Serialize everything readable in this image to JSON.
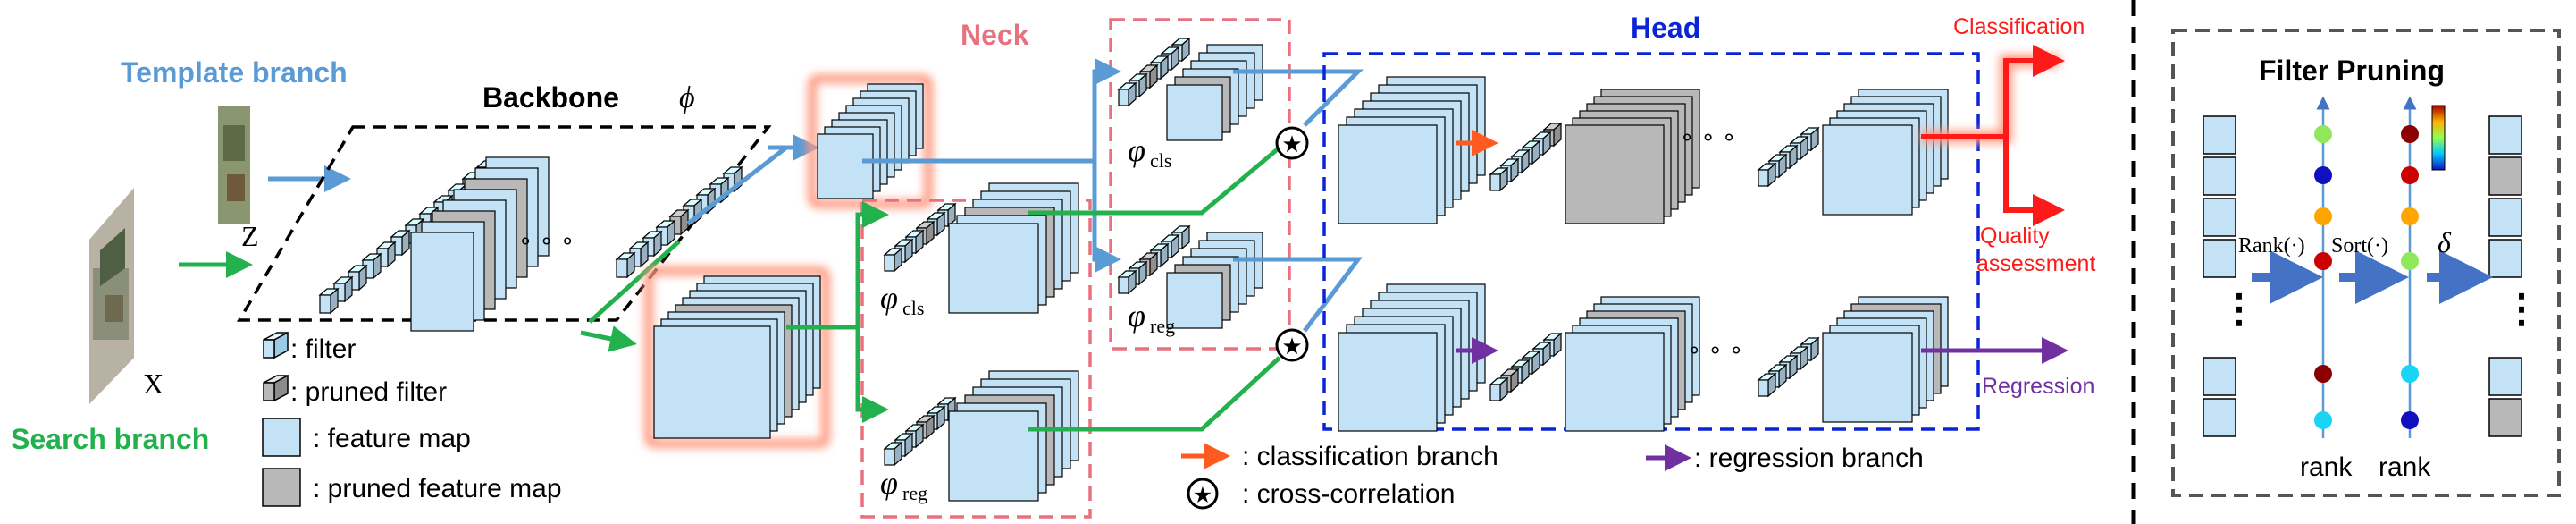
{
  "title": "Template branch",
  "labels": {
    "template_branch": "Template branch",
    "search_branch": "Search branch",
    "backbone": "Backbone",
    "backbone_symbol": "ϕ",
    "z": "Z",
    "x": "X",
    "neck": "Neck",
    "head": "Head",
    "phi_cls": "φ",
    "phi_cls_sub": "cls",
    "phi_reg": "φ",
    "phi_reg_sub": "reg",
    "classification": "Classification",
    "quality": "Quality",
    "assessment": "assessment",
    "regression": "Regression",
    "dots": "∘ ∘ ∘",
    "filter_pruning": "Filter Pruning",
    "rank_fn": "Rank(·)",
    "sort_fn": "Sort(·)",
    "delta": "δ",
    "rank": "rank",
    "vdots": "⋮"
  },
  "legend": {
    "filter": ": filter",
    "pruned_filter": ": pruned filter",
    "feature_map": ": feature map",
    "pruned_feature_map": ": pruned feature map",
    "classification_branch": ": classification branch",
    "cross_correlation": ": cross-correlation",
    "regression_branch": ": regression branch"
  },
  "colors": {
    "template_blue": "#5b9bd5",
    "search_green": "#22b14c",
    "neck_pink": "#e8707f",
    "head_blue": "#0b24d8",
    "cls_red": "#ff1a1a",
    "reg_purple": "#7030a0",
    "feature_fill": "#c3e2f5",
    "pruned_fill": "#b8b8b8"
  }
}
